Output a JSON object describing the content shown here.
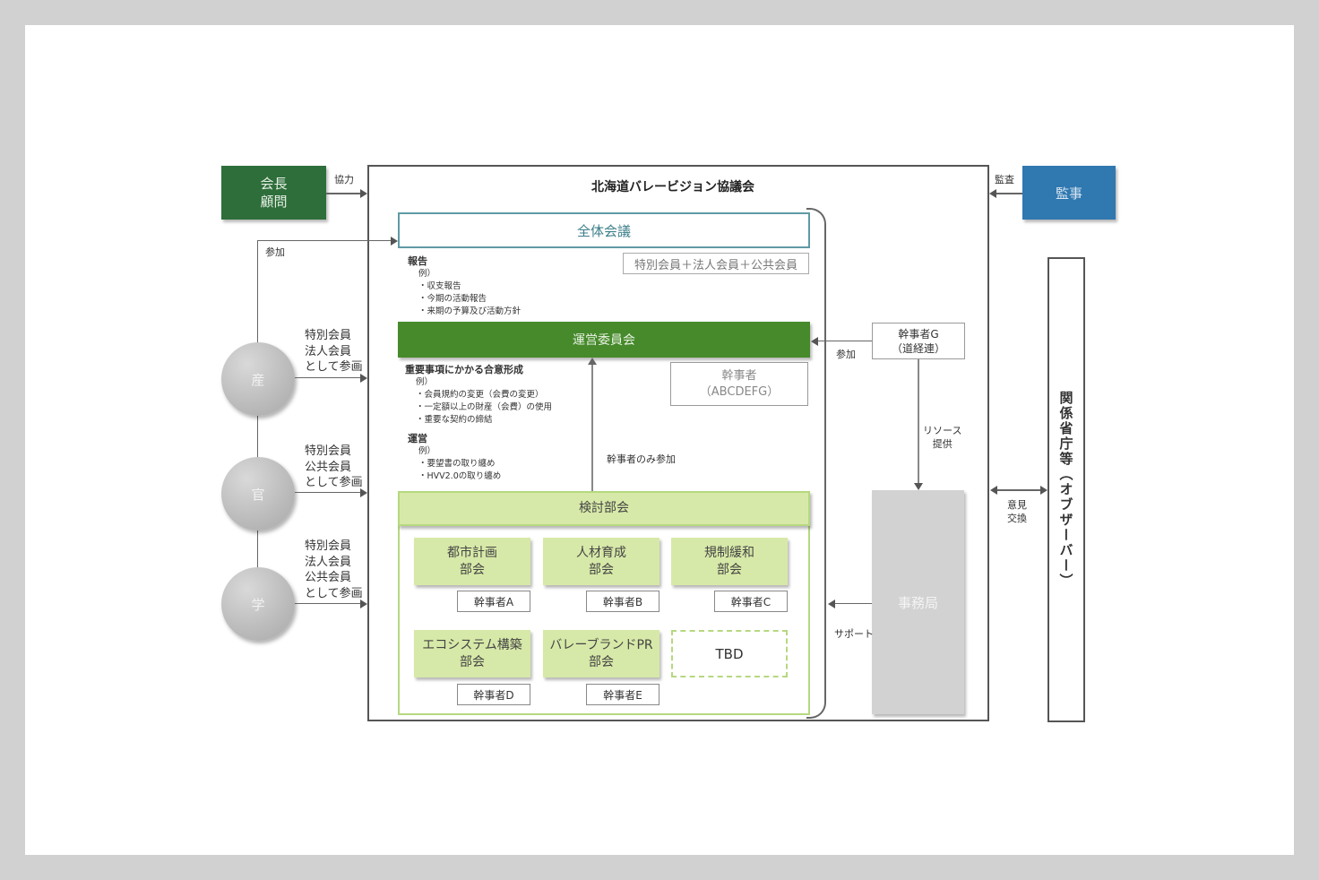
{
  "title": "北海道バレービジョン協議会",
  "chairman_box": {
    "line1": "会長",
    "line2": "顧問"
  },
  "chairman_arrow_label": "協力",
  "auditor_box": {
    "label": "監事"
  },
  "auditor_arrow_label": "監査",
  "general_assembly": {
    "label": "全体会議",
    "members_note": "特別会員＋法人会員＋公共会員"
  },
  "report_section": {
    "heading": "報告",
    "example": "例）",
    "items": [
      "・収支報告",
      "・今期の活動報告",
      "・来期の予算及び活動方針"
    ]
  },
  "steering_committee": {
    "label": "運営委員会"
  },
  "secretaries_box": {
    "line1": "幹事者",
    "line2": "（ABCDEFG）"
  },
  "decision_section": {
    "heading": "重要事項にかかる合意形成",
    "example": "例）",
    "items": [
      "・会員規約の変更（会費の変更）",
      "・一定額以上の財産（会費）の使用",
      "・重要な契約の締結"
    ]
  },
  "operation_section": {
    "heading": "運営",
    "example": "例）",
    "items": [
      "・要望書の取り纏め",
      "・HVV2.0の取り纏め"
    ]
  },
  "secretaries_only_label": "幹事者のみ参加",
  "secretary_g": {
    "line1": "幹事者G",
    "line2": "（道経連）"
  },
  "secretary_g_arrow_label": "参加",
  "resource_label": {
    "line1": "リソース",
    "line2": "提供"
  },
  "secretariat": {
    "label": "事務局"
  },
  "support_label": "サポート",
  "exchange_label": {
    "line1": "意見",
    "line2": "交換"
  },
  "observer": {
    "label": "関係省庁等（オブザーバー）"
  },
  "participation_label": "参加",
  "study_group": {
    "label": "検討部会"
  },
  "subcommittees": [
    {
      "line1": "都市計画",
      "line2": "部会",
      "secretary": "幹事者A"
    },
    {
      "line1": "人材育成",
      "line2": "部会",
      "secretary": "幹事者B"
    },
    {
      "line1": "規制緩和",
      "line2": "部会",
      "secretary": "幹事者C"
    },
    {
      "line1": "エコシステム構築",
      "line2": "部会",
      "secretary": "幹事者D"
    },
    {
      "line1": "バレーブランドPR",
      "line2": "部会",
      "secretary": "幹事者E"
    }
  ],
  "tbd_box": {
    "label": "TBD"
  },
  "sectors": [
    {
      "label": "産",
      "note": [
        "特別会員",
        "法人会員",
        "として参画"
      ]
    },
    {
      "label": "官",
      "note": [
        "特別会員",
        "公共会員",
        "として参画"
      ]
    },
    {
      "label": "学",
      "note": [
        "特別会員",
        "法人会員",
        "公共会員",
        "として参画"
      ]
    }
  ],
  "colors": {
    "dark_green": "#2e6e3a",
    "mid_green": "#468a2b",
    "light_green": "#d7e9a8",
    "blue": "#2f78b0",
    "teal_border": "#5f9aa5",
    "secretariat_gray": "#d2d2d2"
  }
}
